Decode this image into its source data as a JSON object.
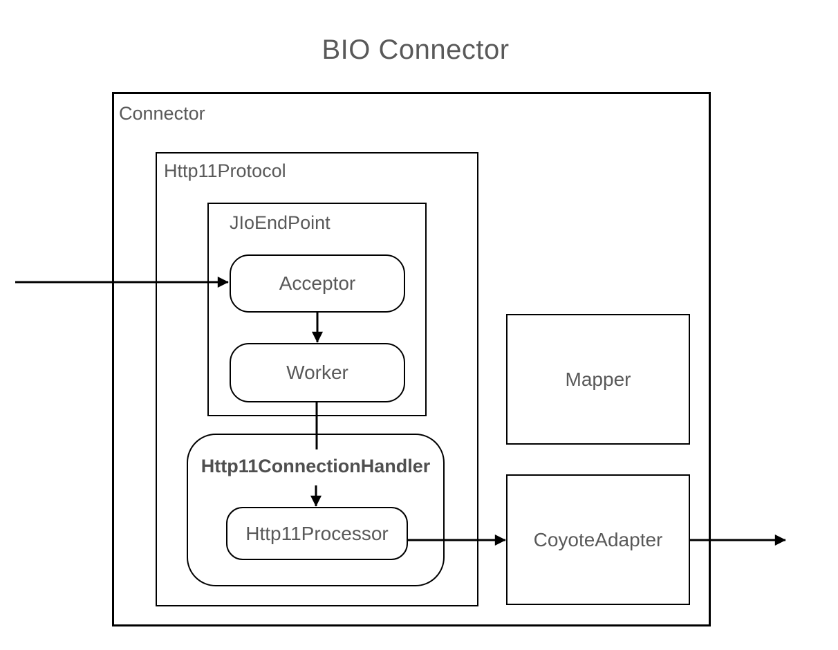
{
  "title": "BIO Connector",
  "labels": {
    "connector": "Connector",
    "http11_protocol": "Http11Protocol",
    "jio_end_point": "JIoEndPoint",
    "acceptor": "Acceptor",
    "worker": "Worker",
    "http11_connection_handler": "Http11ConnectionHandler",
    "http11_processor": "Http11Processor",
    "mapper": "Mapper",
    "coyote_adapter": "CoyoteAdapter"
  },
  "edges": [
    {
      "name": "inbound-to-acceptor",
      "from": "external-left",
      "to": "acceptor",
      "arrowhead": true
    },
    {
      "name": "acceptor-to-worker",
      "from": "acceptor",
      "to": "worker",
      "arrowhead": true
    },
    {
      "name": "worker-to-connection-handler",
      "from": "worker",
      "to": "http11_connection_handler",
      "arrowhead": false
    },
    {
      "name": "connection-handler-to-processor",
      "from": "http11_connection_handler",
      "to": "http11_processor",
      "arrowhead": true
    },
    {
      "name": "processor-to-coyote-adapter",
      "from": "http11_processor",
      "to": "coyote_adapter",
      "arrowhead": true
    },
    {
      "name": "coyote-adapter-outbound",
      "from": "coyote_adapter",
      "to": "external-right",
      "arrowhead": true
    }
  ],
  "colors": {
    "stroke": "#000000",
    "text": "#595959",
    "background": "#ffffff"
  }
}
